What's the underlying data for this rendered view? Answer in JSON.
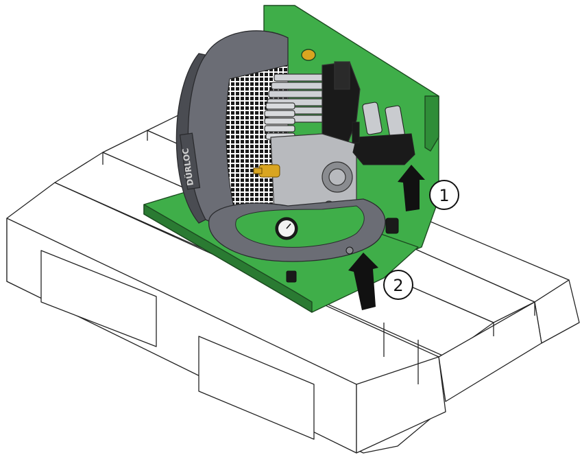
{
  "callouts": [
    {
      "id": "1",
      "label": "1"
    },
    {
      "id": "2",
      "label": "2"
    }
  ],
  "colors": {
    "frame_green": "#3fae49",
    "frame_green_dark": "#2a7a32",
    "housing_gray": "#6b6d75",
    "housing_gray_dark": "#4a4c52",
    "metal": "#c9cbcf",
    "metal_dark": "#8a8c90",
    "black": "#1a1a1a",
    "pallet_fill": "#ffffff",
    "pallet_line": "#222222",
    "brass": "#d9a520"
  },
  "logo_text": "DÜRLOC"
}
